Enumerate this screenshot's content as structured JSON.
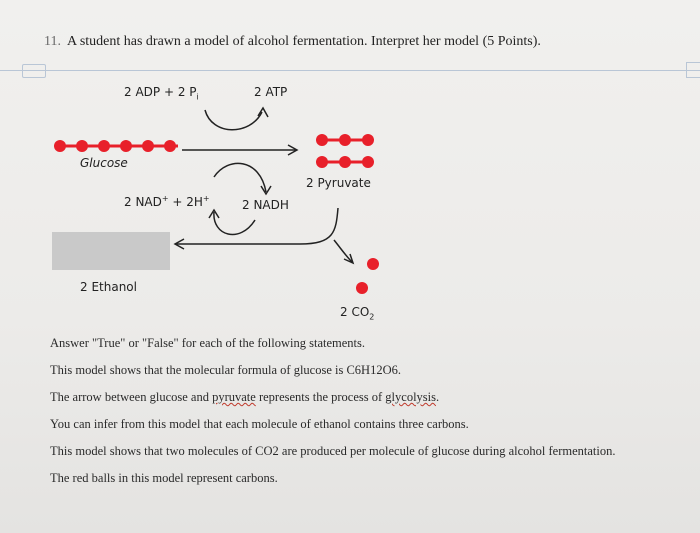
{
  "question": {
    "number": "11.",
    "text": "A student has drawn a model of alcohol fermentation. Interpret her model (5 Points)."
  },
  "diagram": {
    "adp_label": "2 ADP + 2 P",
    "adp_sub": "i",
    "atp_label": "2 ATP",
    "glucose_label": "Glucose",
    "pyruvate_label": "2 Pyruvate",
    "nad_label": "2 NAD",
    "nad_sup": "+",
    "h_label": " + 2H",
    "h_sup": "+",
    "nadh_label": "2 NADH",
    "ethanol_label": "2 Ethanol",
    "co2_label": "2 CO",
    "co2_sub": "2",
    "ball_color": "#e8202a"
  },
  "answers": {
    "instruction": "Answer \"True\" or \"False\" for each of the following statements.",
    "s1": "This model shows that the molecular formula of glucose is C6H12O6.",
    "s2_a": "The arrow between glucose and ",
    "s2_b": "pyruvate",
    "s2_c": " represents the process of ",
    "s2_d": "glycolysis",
    "s2_e": ".",
    "s3": "You can infer from this model that each molecule of ethanol contains three carbons.",
    "s4": "This model shows that two molecules of CO2 are produced per molecule of glucose during alcohol fermentation.",
    "s5": "The red balls in this model represent carbons."
  }
}
